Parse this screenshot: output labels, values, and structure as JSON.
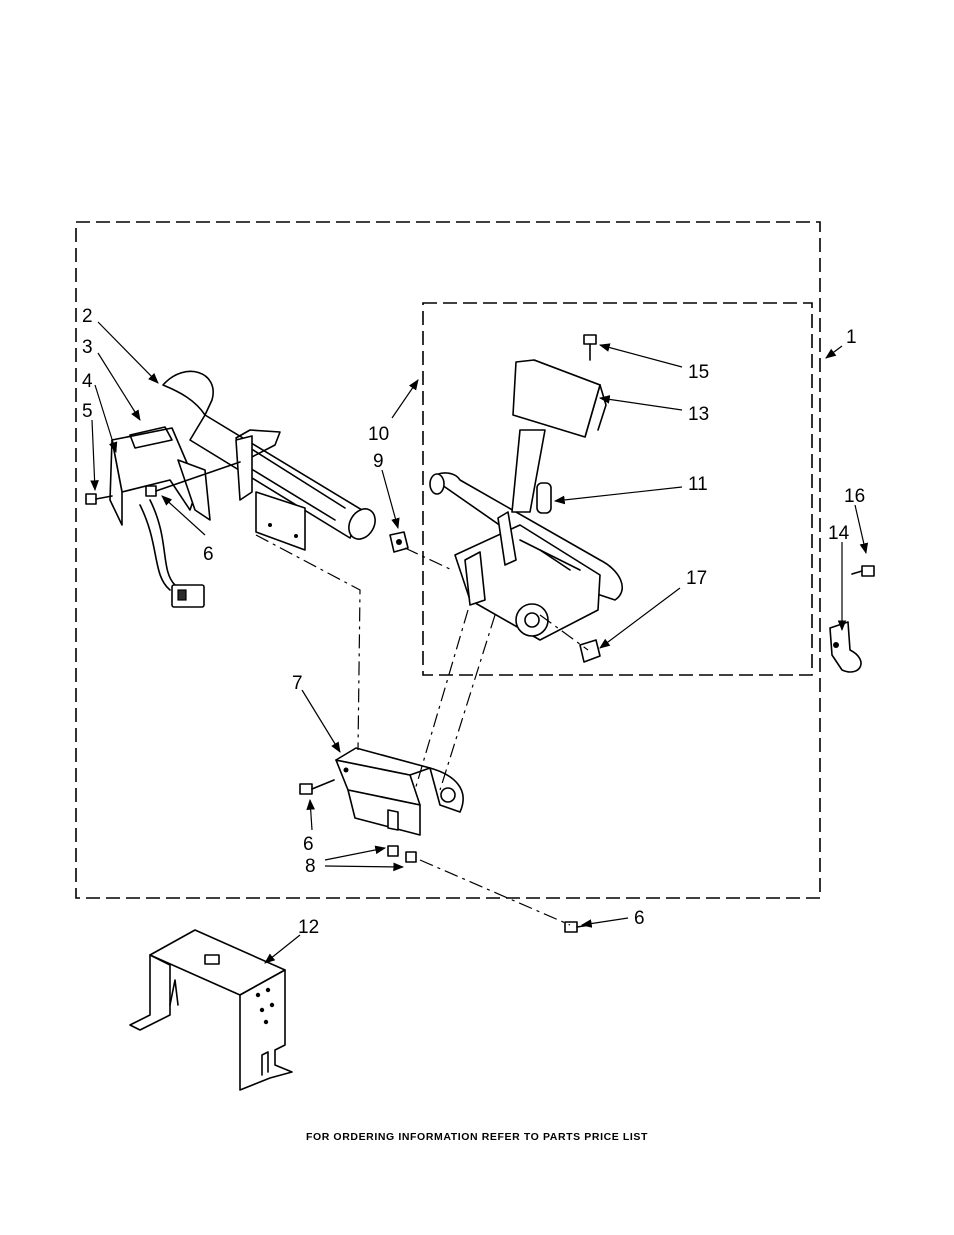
{
  "callouts": {
    "c1": "1",
    "c2": "2",
    "c3": "3",
    "c4": "4",
    "c5": "5",
    "c6a": "6",
    "c6b": "6",
    "c6c": "6",
    "c7": "7",
    "c8": "8",
    "c9": "9",
    "c10": "10",
    "c11": "11",
    "c12": "12",
    "c13": "13",
    "c14": "14",
    "c15": "15",
    "c16": "16",
    "c17": "17"
  },
  "footer": "FOR ORDERING INFORMATION REFER TO PARTS PRICE LIST"
}
